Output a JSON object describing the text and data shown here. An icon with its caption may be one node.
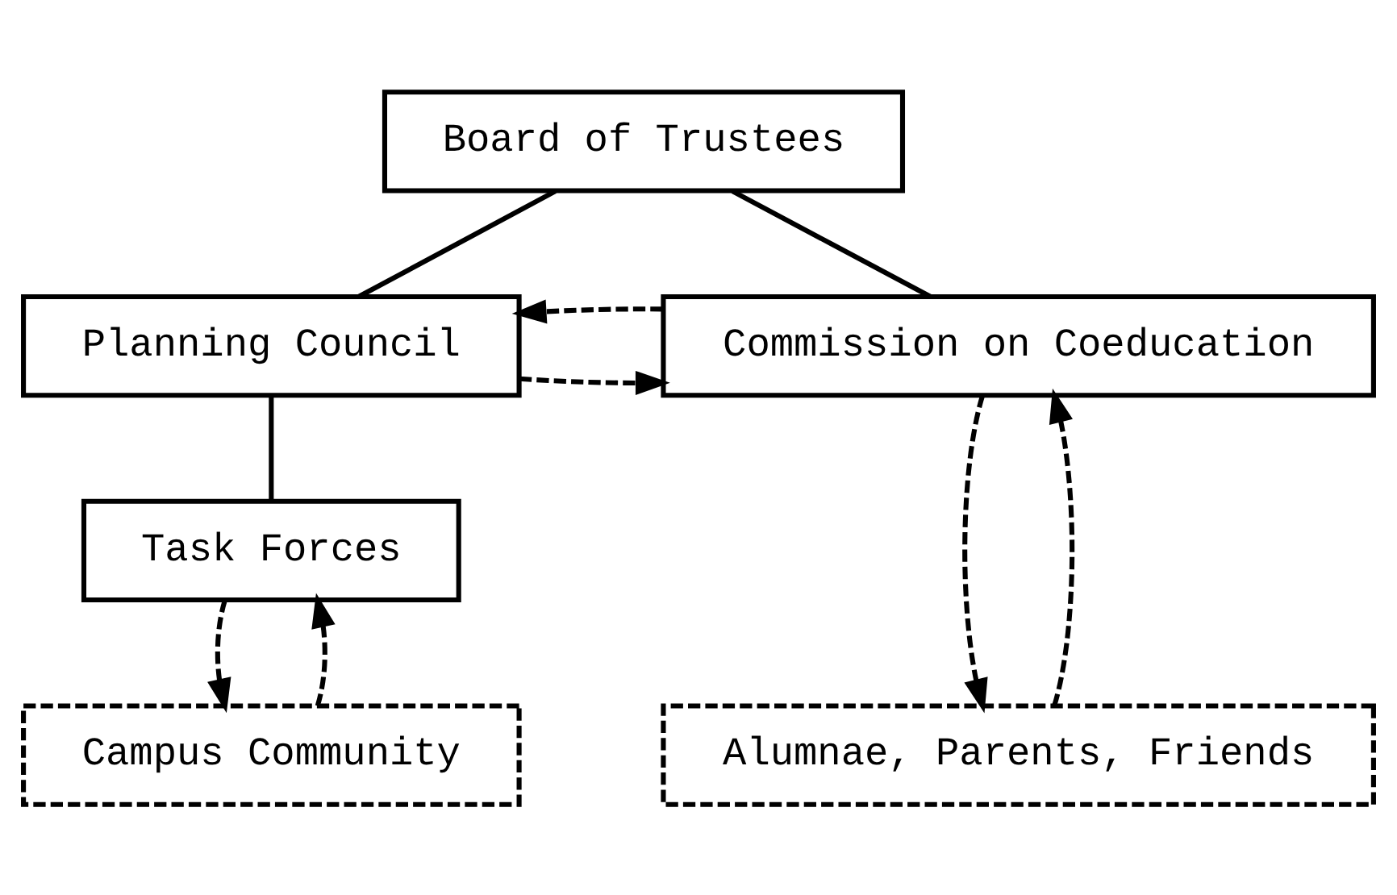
{
  "diagram": {
    "nodes": [
      {
        "text": [
          "Board of Trustees"
        ]
      },
      {
        "text": [
          "Planning Council"
        ]
      },
      {
        "text": [
          "Commission on Coeducation"
        ]
      },
      {
        "text": [
          "Task Forces"
        ]
      },
      {
        "text": [
          "Campus Community"
        ]
      },
      {
        "text": [
          "Alumnae, Parents, Friends"
        ]
      }
    ],
    "edges": [
      {
        "from": 0,
        "to": 1,
        "arrow": "none"
      },
      {
        "from": 0,
        "to": 2,
        "arrow": "none"
      },
      {
        "from": 1,
        "to": 2,
        "arrow": "to",
        "style": "dashed"
      },
      {
        "from": 2,
        "to": 1,
        "arrow": "to",
        "style": "dashed"
      },
      {
        "from": 1,
        "to": 3,
        "arrow": "none"
      },
      {
        "from": 4,
        "to": 3,
        "arrow": "to",
        "style": "dashed"
      },
      {
        "from": 3,
        "to": 4,
        "arrow": "to",
        "style": "dashed"
      },
      {
        "from": 5,
        "to": 2,
        "arrow": "to",
        "style": "dashed"
      },
      {
        "from": 2,
        "to": 5,
        "arrow": "to",
        "style": "dashed"
      }
    ]
  }
}
